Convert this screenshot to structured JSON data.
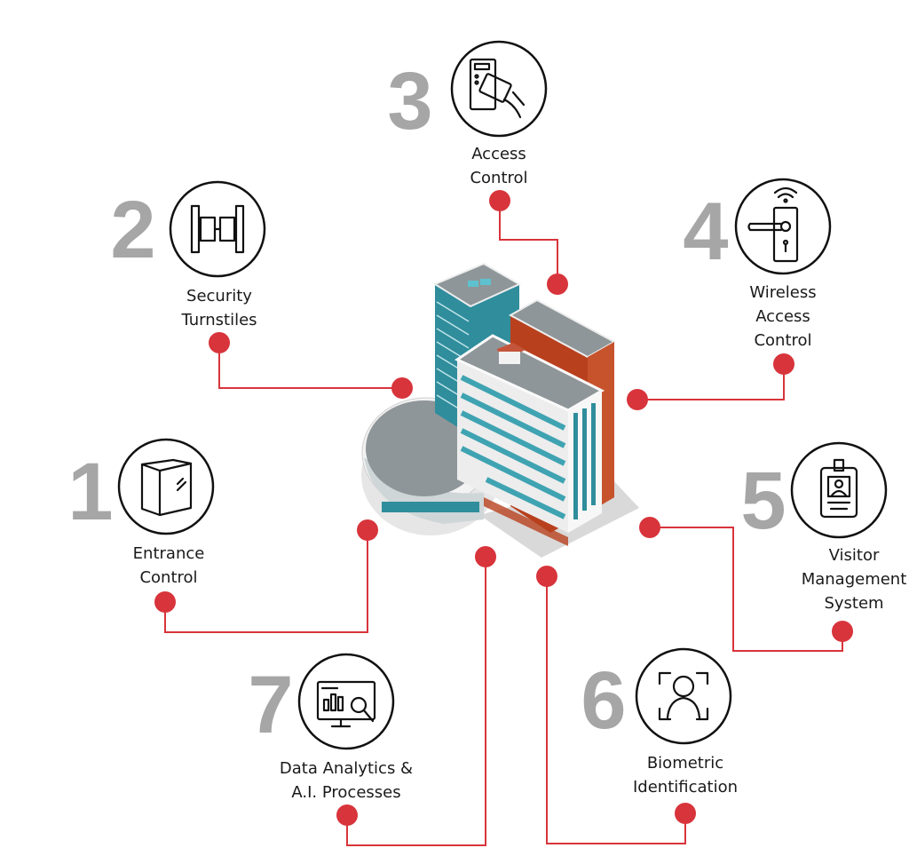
{
  "accent_color": "#d8343b",
  "number_color": "#a6a6a6",
  "items": [
    {
      "number": "1",
      "icon": "revolving-door-icon",
      "label": [
        "Entrance",
        "Control"
      ]
    },
    {
      "number": "2",
      "icon": "turnstile-gate-icon",
      "label": [
        "Security",
        "Turnstiles"
      ]
    },
    {
      "number": "3",
      "icon": "card-reader-icon",
      "label": [
        "Access",
        "Control"
      ]
    },
    {
      "number": "4",
      "icon": "wireless-door-lock-icon",
      "label": [
        "Wireless",
        "Access",
        "Control"
      ]
    },
    {
      "number": "5",
      "icon": "id-badge-icon",
      "label": [
        "Visitor",
        "Management",
        "System"
      ]
    },
    {
      "number": "6",
      "icon": "face-scan-icon",
      "label": [
        "Biometric",
        "Identification"
      ]
    },
    {
      "number": "7",
      "icon": "analytics-monitor-icon",
      "label": [
        "Data Analytics &",
        "A.I. Processes"
      ]
    }
  ]
}
